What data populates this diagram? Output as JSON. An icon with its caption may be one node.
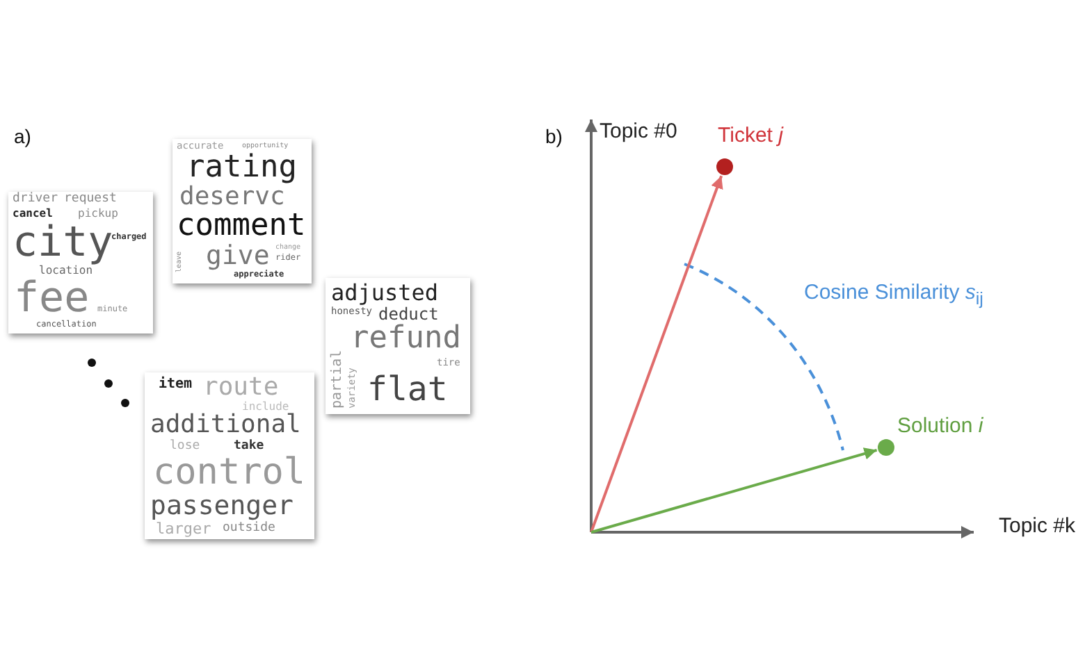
{
  "diagram": {
    "nodes": [
      {
        "text": [
          "driver",
          "request",
          "cancel",
          "pickup",
          "city",
          "charged",
          "location",
          "fee",
          "minute",
          "cancellation"
        ]
      },
      {
        "text": [
          "accurate",
          "opportunity",
          "rating",
          "deservc",
          "comment",
          "give",
          "leave",
          "change",
          "rider",
          "appreciate"
        ]
      },
      {
        "text": [
          "adjusted",
          "honesty",
          "deduct",
          "refund",
          "partial",
          "variety",
          "tire",
          "flat"
        ]
      },
      {
        "text": [
          "item",
          "route",
          "include",
          "additional",
          "lose",
          "take",
          "control",
          "passenger",
          "larger",
          "outside"
        ]
      },
      {
        "text": [
          "Ticket *j*"
        ]
      },
      {
        "text": [
          "Solution *i*"
        ]
      }
    ],
    "edges": [
      {
        "from": null,
        "to": 4,
        "arrow": "to",
        "color": "#e06c6c"
      },
      {
        "from": null,
        "to": 5,
        "arrow": "to",
        "color": "#6aab4a"
      }
    ],
    "labels": [
      "a)",
      "b)",
      "Topic #0",
      "Topic #k",
      "Cosine Similarity *s*$_{ij}$"
    ]
  }
}
